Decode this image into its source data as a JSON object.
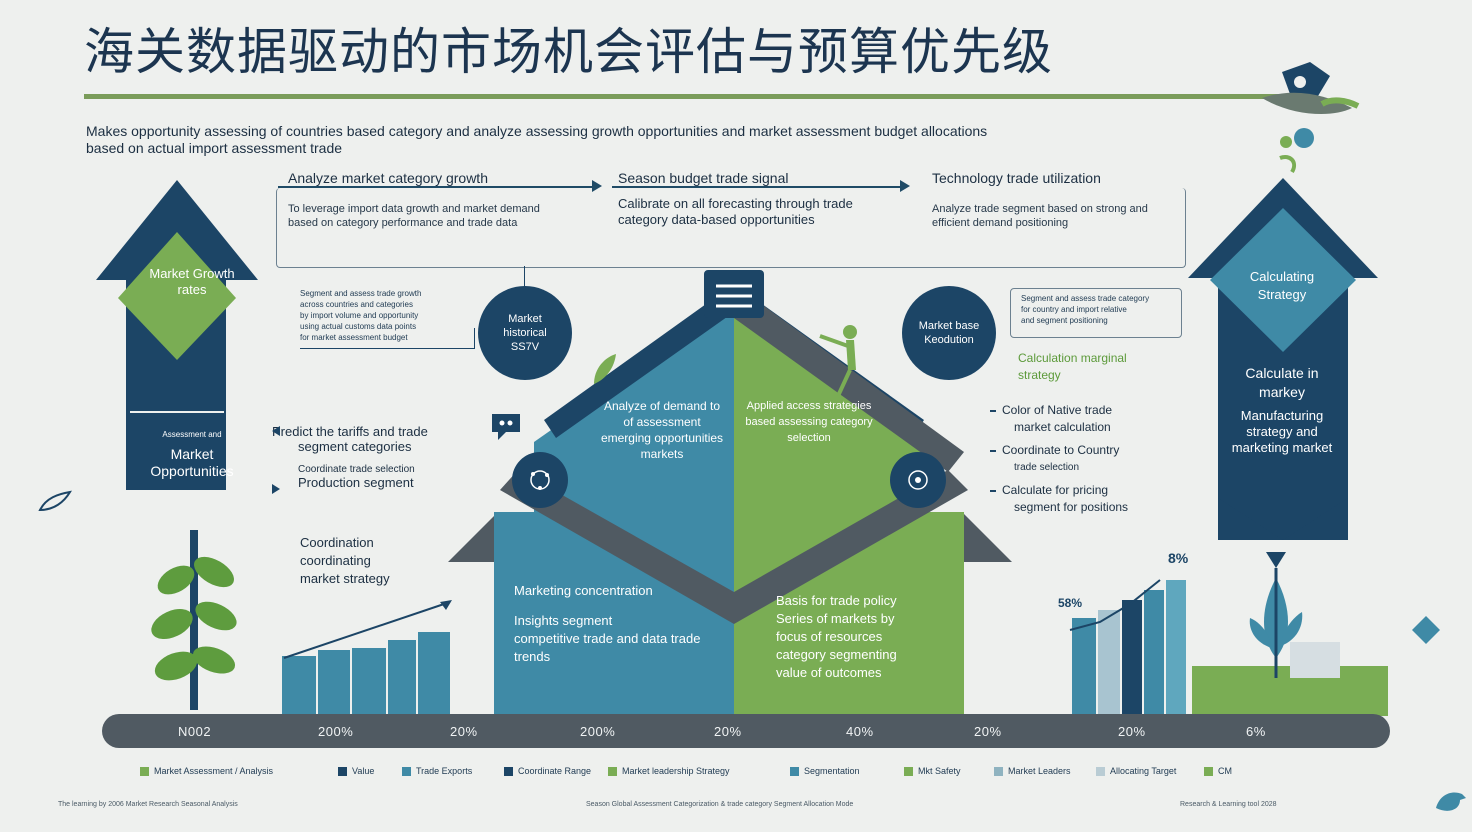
{
  "title": "海关数据驱动的市场机会评估与预算优先级",
  "subtitle_line1": "Makes opportunity assessing of countries based category and analyze assessing growth opportunities and market assessment budget allocations",
  "subtitle_line2": "based on actual import  assessment trade",
  "stages": [
    {
      "label": "Analyze market category growth",
      "body": "To leverage import data growth and market demand based on category performance and trade data"
    },
    {
      "label": "Season budget trade signal",
      "body": "Calibrate on all forecasting through trade category data-based opportunities"
    },
    {
      "label": "Technology trade utilization",
      "body": "Analyze trade segment based on strong and efficient demand positioning"
    }
  ],
  "left_column": {
    "diamond_text": "Market Growth rates",
    "mid_small": "Assessment and",
    "mid_text": "Market Opportunities"
  },
  "right_column": {
    "diamond_text": "Calculating Strategy",
    "mid_text": "Calculate in markey",
    "bottom_text": "Manufacturing strategy and marketing market"
  },
  "left_notes": {
    "tiny_lines": [
      "Segment and assess trade growth",
      "across countries and categories",
      "by import volume and opportunity",
      "using actual customs data points",
      "for market assessment budget"
    ],
    "circle_text": "Market historical SS7V",
    "predictive_1": "Predict the tariffs and trade",
    "predictive_2": "segment categories",
    "predictive_3": "Coordinate trade selection",
    "predictive_4": "Production segment",
    "coord_1": "Coordination",
    "coord_2": "coordinating",
    "coord_3": "market strategy"
  },
  "house": {
    "left_text": "Analyze of demand to of assessment emerging opportunities markets",
    "right_text": "Applied access strategies based assessing category selection",
    "left_bottom_1": "Marketing concentration",
    "left_bottom_2": "Insights segment",
    "left_bottom_3": "competitive trade and data trade trends",
    "right_bottom_1": "Basis for trade policy",
    "right_bottom_2": "Series of markets by",
    "right_bottom_3": "focus of resources",
    "right_bottom_4": "category segmenting",
    "right_bottom_5": "value of outcomes"
  },
  "right_notes": {
    "circle_text": "Market base Keodution",
    "tiny_lines": [
      "Segment and assess trade category",
      "for country and import relative",
      "and segment positioning"
    ],
    "green_1": "Calculation marginal",
    "green_2": "strategy",
    "item1": "Color of Native trade",
    "item1b": "market calculation",
    "item2": "Coordinate to Country",
    "item2b": "trade selection",
    "item3": "Calculate for pricing",
    "item3b": "segment for positions"
  },
  "right_chart_labels": {
    "top": "8%",
    "mid": "58%"
  },
  "timeline": [
    "N002",
    "200%",
    "20%",
    "200%",
    "20%",
    "40%",
    "20%",
    "20%",
    "6%"
  ],
  "legend": [
    "Market Assessment / Analysis",
    "Value",
    "Trade Exports",
    "Coordinate Range",
    "Market leadership Strategy",
    "Segmentation",
    "Mkt Safety",
    "Market Leaders",
    "Allocating Target",
    "CM"
  ],
  "footer_left": "The learning by 2006 Market Research Seasonal Analysis",
  "footer_mid": "Season Global Assessment Categorization & trade category Segment Allocation Mode",
  "footer_right": "Research & Learning tool 2028",
  "colors": {
    "navy": "#1c4566",
    "teal": "#3f8aa6",
    "green": "#7aad54",
    "gray": "#505a62"
  }
}
